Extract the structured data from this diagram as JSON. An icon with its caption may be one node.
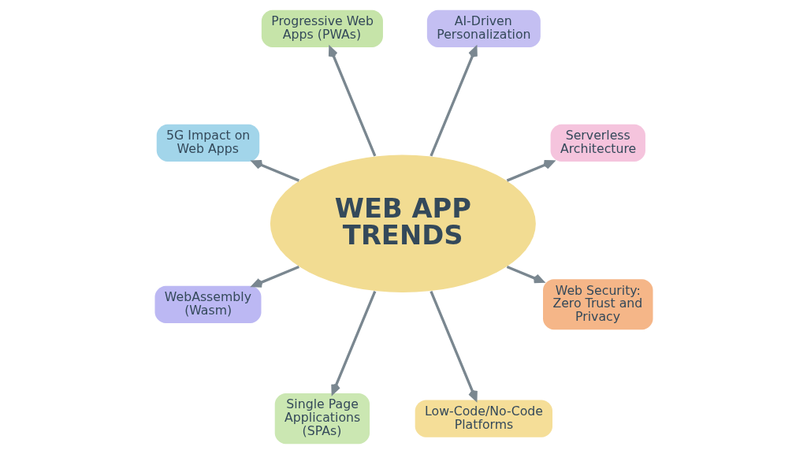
{
  "diagram": {
    "nodes": [
      {
        "text": [
          "WEB APP TRENDS"
        ]
      },
      {
        "text": [
          "Serverless Architecture"
        ]
      },
      {
        "text": [
          "AI-Driven Personalization"
        ]
      },
      {
        "text": [
          "Progressive Web Apps (PWAs)"
        ]
      },
      {
        "text": [
          "5G Impact on Web Apps"
        ]
      },
      {
        "text": [
          "WebAssembly (Wasm)"
        ]
      },
      {
        "text": [
          "Single Page Applications (SPAs)"
        ]
      },
      {
        "text": [
          "Low-Code/No-Code Platforms"
        ]
      },
      {
        "text": [
          "Web Security: Zero Trust and Privacy"
        ]
      }
    ],
    "edges": [
      {
        "from": 0,
        "to": 1,
        "arrow": "to"
      },
      {
        "from": 0,
        "to": 2,
        "arrow": "to"
      },
      {
        "from": 0,
        "to": 3,
        "arrow": "to"
      },
      {
        "from": 0,
        "to": 4,
        "arrow": "to"
      },
      {
        "from": 0,
        "to": 5,
        "arrow": "to"
      },
      {
        "from": 0,
        "to": 6,
        "arrow": "to"
      },
      {
        "from": 0,
        "to": 7,
        "arrow": "to"
      },
      {
        "from": 0,
        "to": 8,
        "arrow": "to"
      }
    ]
  }
}
